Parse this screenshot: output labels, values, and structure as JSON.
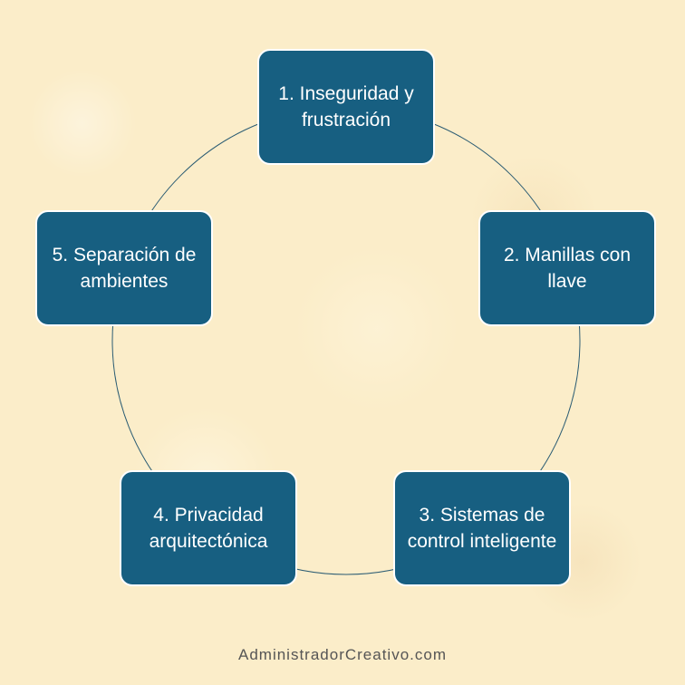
{
  "diagram": {
    "type": "cycle",
    "line_color": "#2b5c73",
    "node_color": "#175f81",
    "background_color": "#fbedc9",
    "nodes": [
      {
        "id": 1,
        "text": "1. Inseguridad y frustración"
      },
      {
        "id": 2,
        "text": "2. Manillas con llave"
      },
      {
        "id": 3,
        "text": "3. Sistemas de control inteligente"
      },
      {
        "id": 4,
        "text": "4. Privacidad arquitectónica"
      },
      {
        "id": 5,
        "text": "5. Separación de ambientes"
      }
    ]
  },
  "watermark": "AdministradorCreativo.com"
}
